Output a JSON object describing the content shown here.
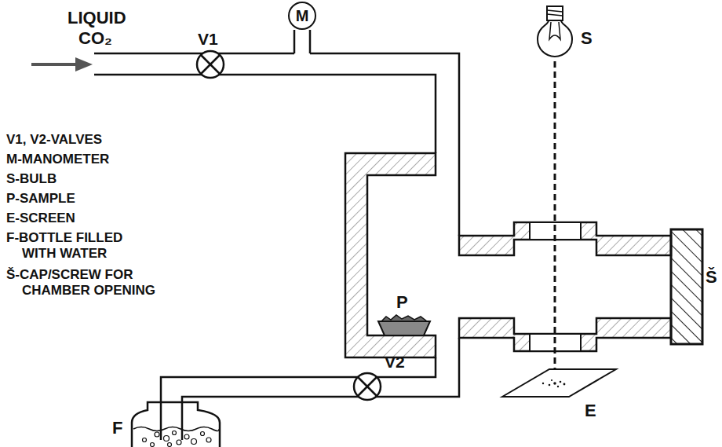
{
  "diagram": {
    "nodes": [
      {
        "text": [
          "M"
        ]
      }
    ],
    "labels": [
      "LIQUID",
      "CO₂",
      "V1",
      "V1, V2-VALVES",
      "M-MANOMETER",
      "S-BULB",
      "P-SAMPLE",
      "E-SCREEN",
      "F-BOTTLE FILLED WITH WATER",
      "Š-CAP/SCREW FOR CHAMBER OPENING",
      "S",
      "P",
      "Š",
      "E",
      "F",
      "V2"
    ]
  }
}
